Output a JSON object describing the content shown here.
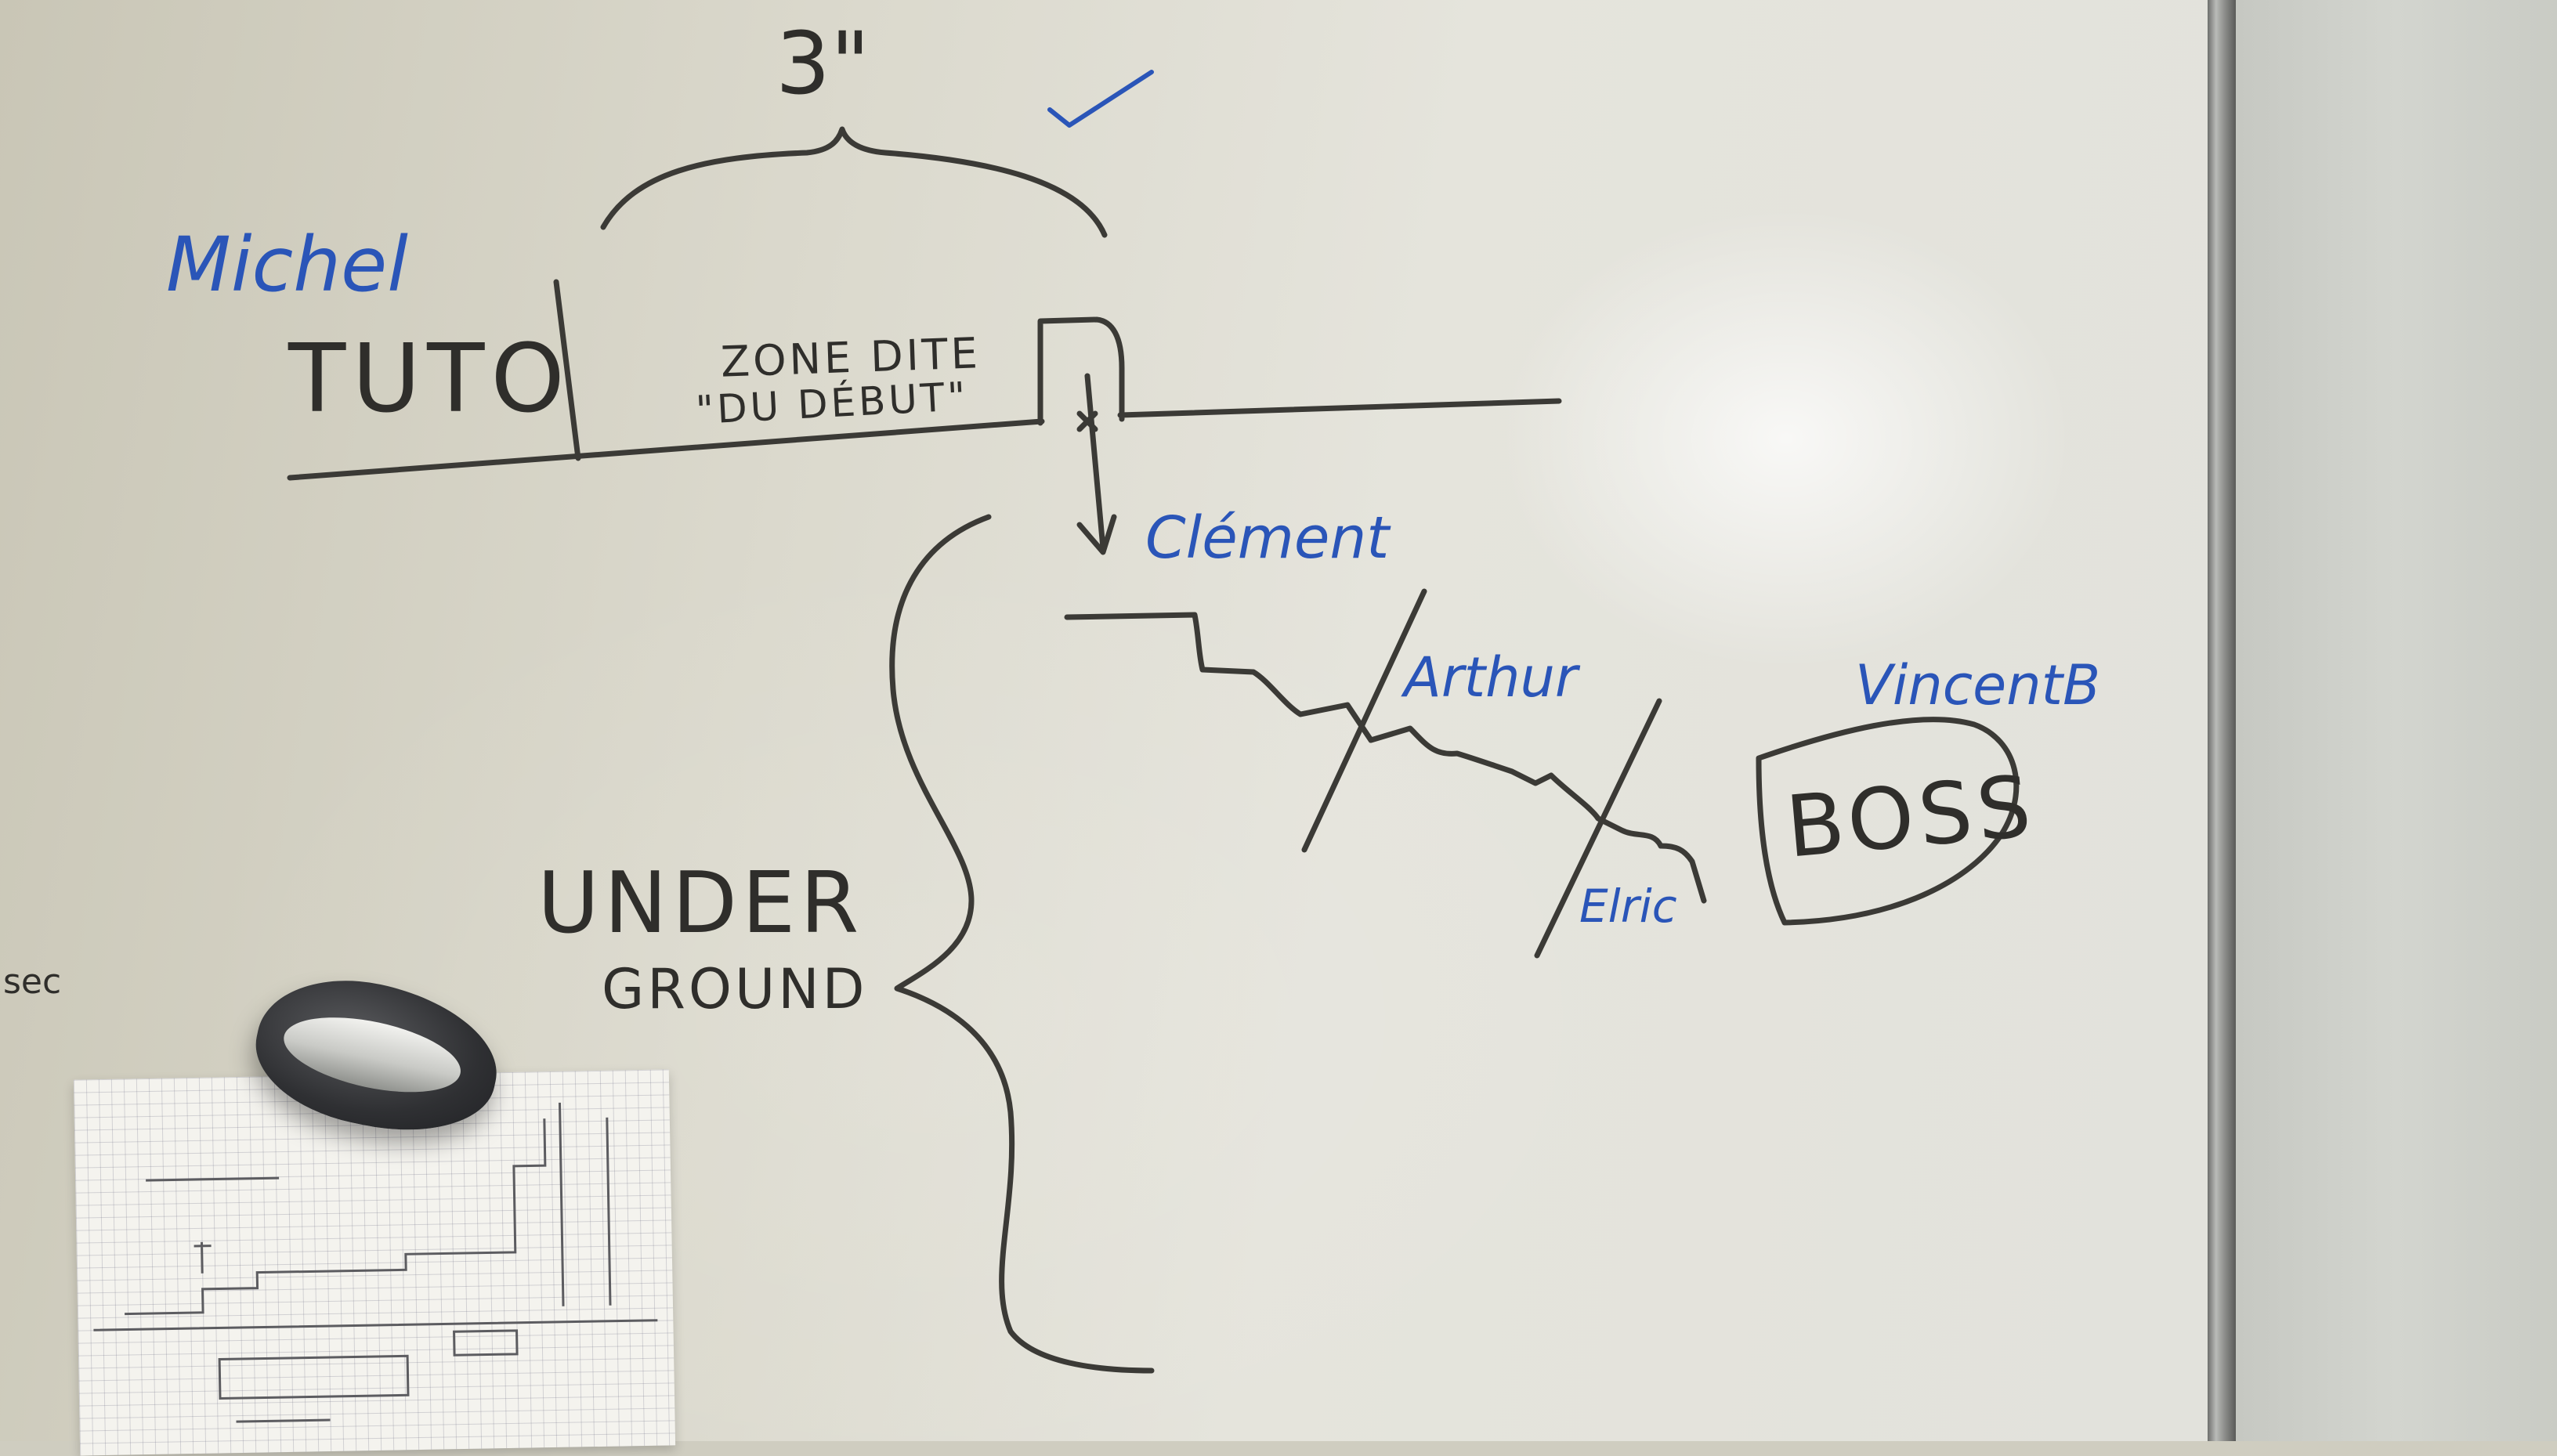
{
  "photo": {
    "subject": "whiteboard level sketch",
    "colors": {
      "board": "#dddbd0",
      "black_marker": "#3b3a36",
      "blue_marker": "#2a55b8",
      "frame": "#8d8e8b",
      "wall": "#cfd1cb"
    }
  },
  "whiteboard": {
    "duration_label": "3\"",
    "checkmark": "✓",
    "author_top": "Michel",
    "tuto_label": "TUTO",
    "zone_line1": "ZONE DITE",
    "zone_line2": "\"DU DÉBUT\"",
    "clement": "Clément",
    "arthur": "Arthur",
    "vincent": "VincentB",
    "boss": "BOSS",
    "elric": "Elric",
    "under": "UNDER",
    "ground": "GROUND",
    "edge_note": "sec"
  },
  "icons": [
    "checkmark-icon",
    "down-arrow-icon"
  ]
}
